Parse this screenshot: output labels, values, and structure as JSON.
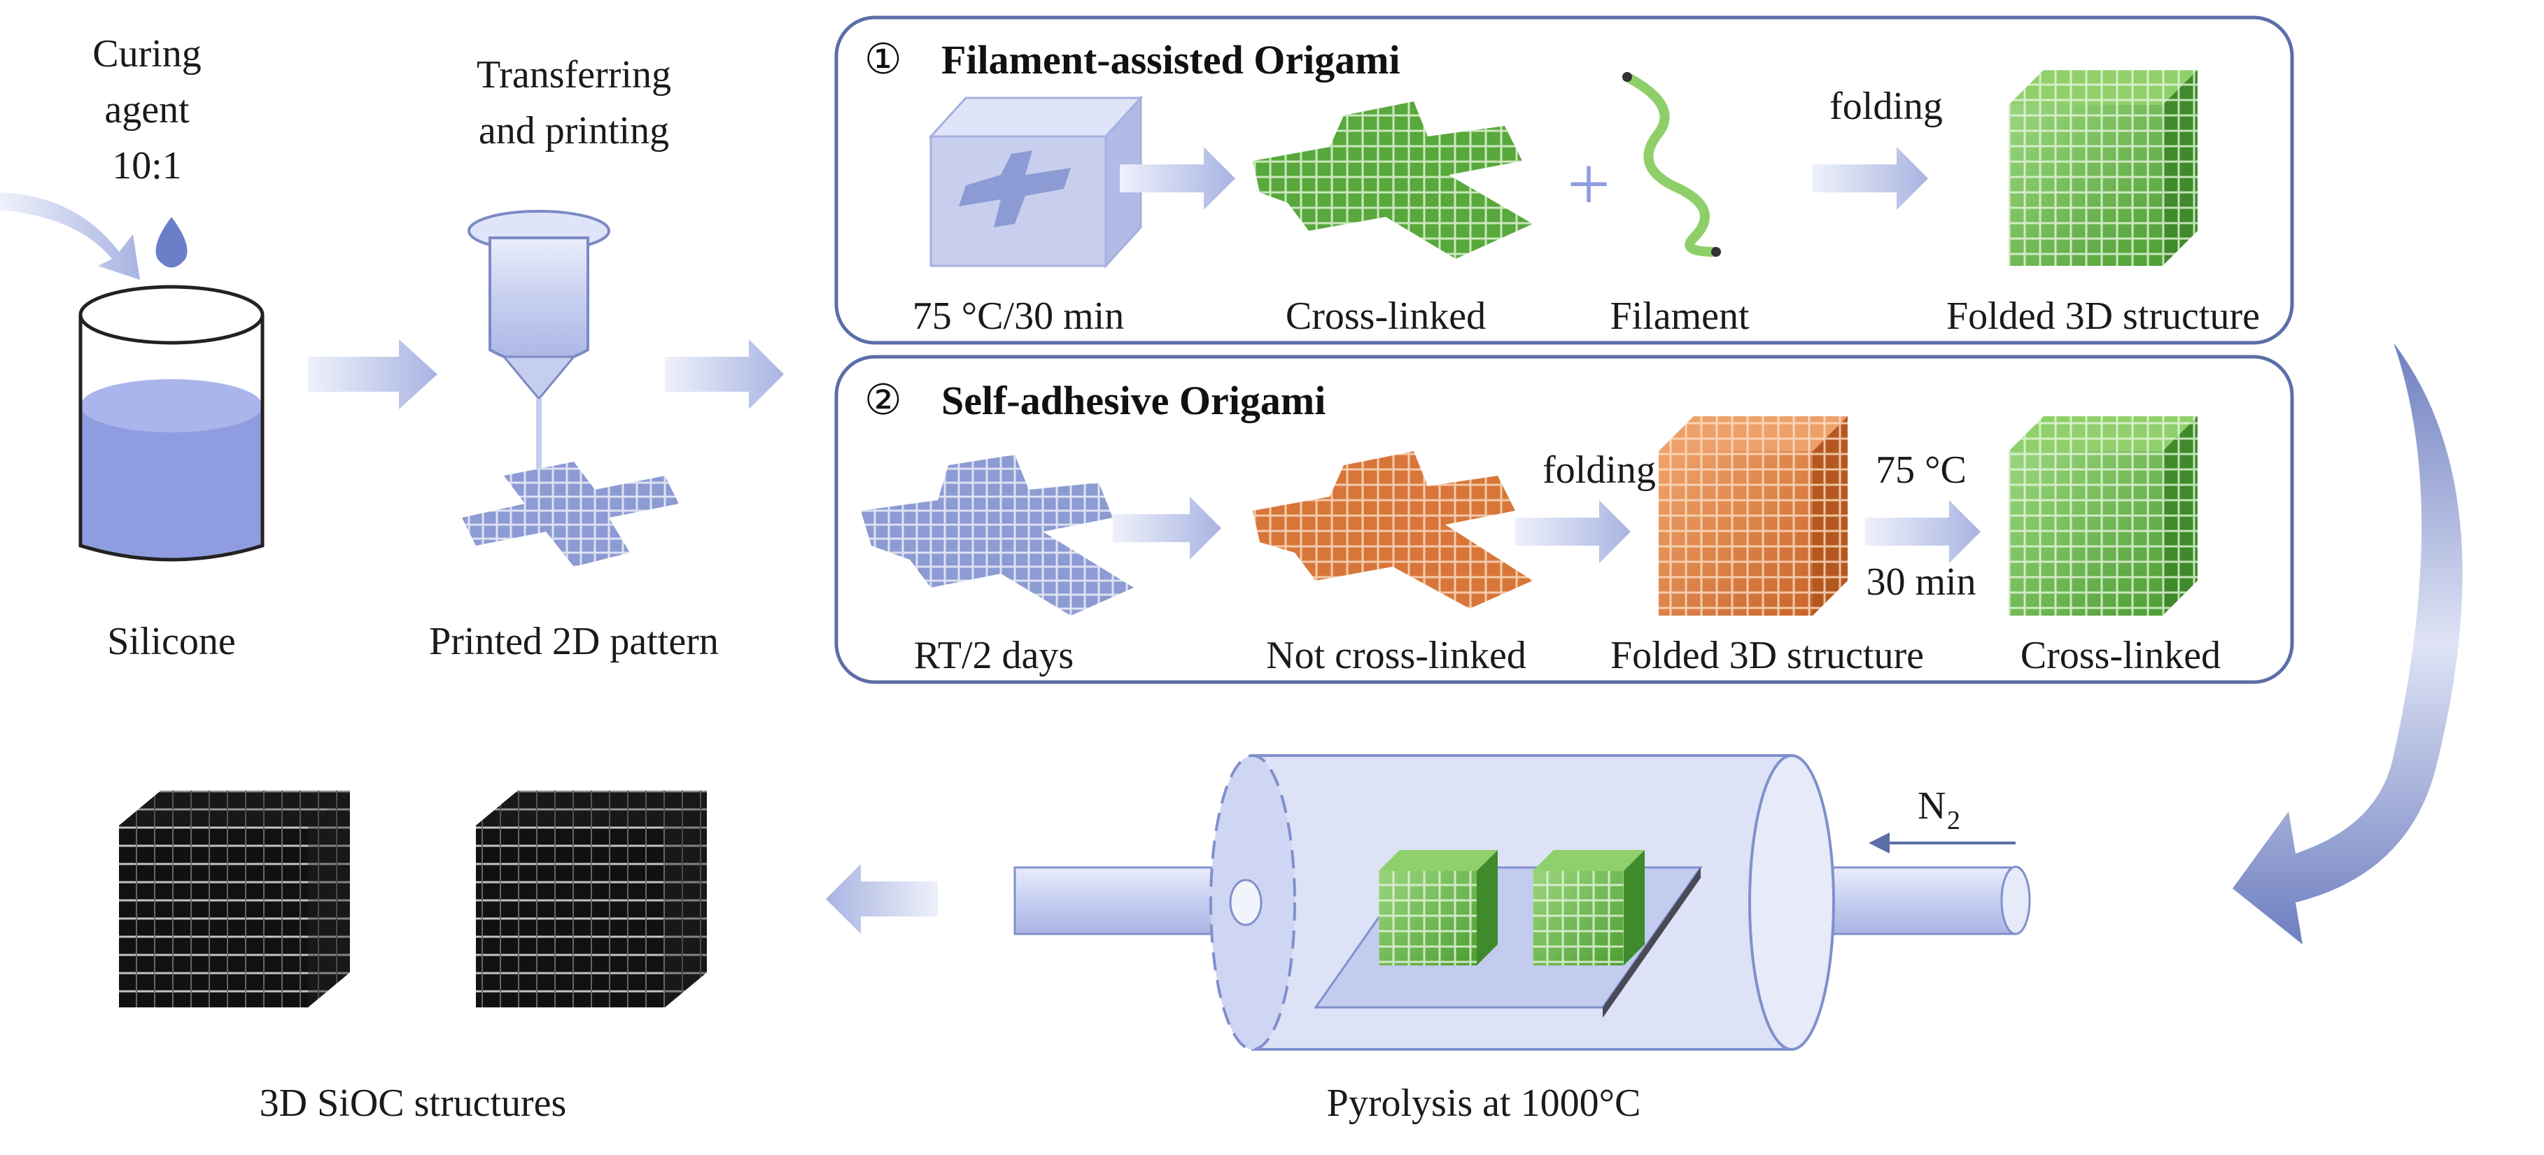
{
  "colors": {
    "panel_border": "#5b6ea8",
    "arrow_fill": "#b8c1e6",
    "green": "#58a83c",
    "green_light": "#9ed483",
    "orange": "#d8763a",
    "blue_pattern": "#8c9bd3",
    "liquid": "#8f9de0",
    "tube": "#cfd6f4",
    "text": "#1a1a1a"
  },
  "left": {
    "curing_line1": "Curing",
    "curing_line2": "agent",
    "ratio": "10:1",
    "silicone_label": "Silicone",
    "transfer_line1": "Transferring",
    "transfer_line2": "and printing",
    "printed_label": "Printed 2D pattern"
  },
  "panel1": {
    "number": "①",
    "title": "Filament-assisted Origami",
    "step1_label": "75 °C/30 min",
    "step2_label": "Cross-linked",
    "step3_label": "Filament",
    "folding_label": "folding",
    "step4_label": "Folded 3D structure",
    "plus": "+"
  },
  "panel2": {
    "number": "②",
    "title": "Self-adhesive Origami",
    "step1_label": "RT/2 days",
    "step2_label": "Not cross-linked",
    "folding_label": "folding",
    "step3_label": "Folded 3D structure",
    "temp_label": "75 °C",
    "time_label": "30 min",
    "step4_label": "Cross-linked"
  },
  "bottom": {
    "n2_main": "N",
    "n2_sub": "2",
    "pyrolysis_label": "Pyrolysis at 1000°C",
    "siooc_label": "3D SiOC structures"
  }
}
